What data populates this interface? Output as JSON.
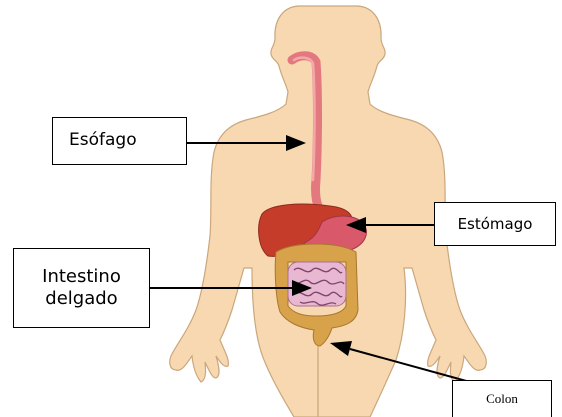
{
  "labels": {
    "esofago": "Esófago",
    "estomago": "Estómago",
    "intestino_delgado": "Intestino\ndelgado",
    "colon": "Colon"
  },
  "colors": {
    "skin": "#f7d8b0",
    "skin_outline": "#caa77c",
    "esophagus": "#e3787e",
    "liver": "#c53d2a",
    "stomach": "#d9596a",
    "small_intestine": "#e8b8d3",
    "colon": "#d8a24a",
    "arrow": "#000000"
  }
}
